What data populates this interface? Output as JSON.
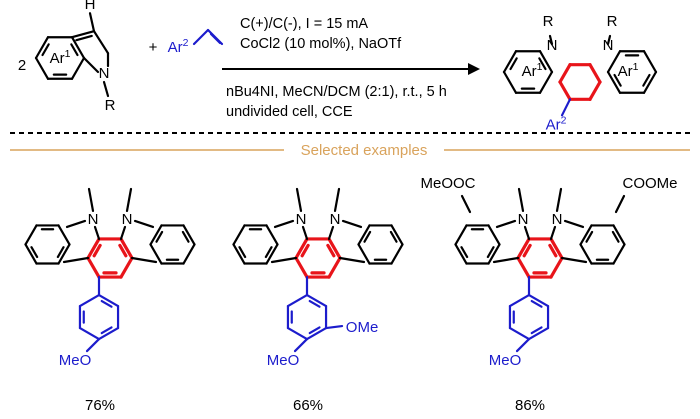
{
  "reaction": {
    "coefficient": "2",
    "plus": "+",
    "conditions_above": [
      "C(+)/C(-), I = 15 mA",
      "CoCl2 (10 mol%), NaOTf"
    ],
    "conditions_below": [
      "nBu4NI, MeCN/DCM (2:1), r.t., 5 h",
      "undivided cell, CCE"
    ],
    "labels": {
      "H": "H",
      "N": "N",
      "R": "R",
      "Ar1": "Ar1",
      "Ar2": "Ar2",
      "OMe": "OMe",
      "MeO": "MeO",
      "COOMe": "COOMe",
      "MeOOC": "MeOOC"
    }
  },
  "separator": {
    "title": "Selected examples"
  },
  "examples": [
    {
      "yield": "76%"
    },
    {
      "yield": "66%"
    },
    {
      "yield": "86%"
    }
  ],
  "colors": {
    "highlight": "#e8141a",
    "aryl": "#1c1ccc",
    "divider": "#d9a35c",
    "arrow": "#000000"
  }
}
